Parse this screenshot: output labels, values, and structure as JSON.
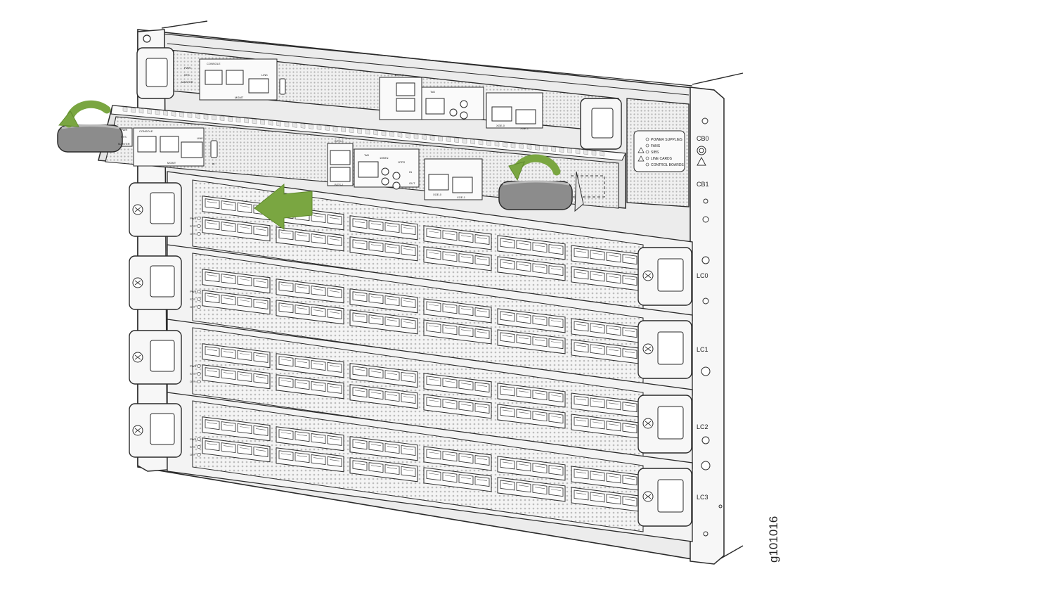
{
  "figure_id": "g101016",
  "colors": {
    "arrow_green": "#7aa641",
    "arrow_green_dark": "#5f8a2c",
    "metal_light": "#f2f2f2",
    "metal_mid": "#d9d9d9",
    "handle_gray": "#8c8c8c",
    "stroke": "#2a2a2a"
  },
  "rail_labels": {
    "cb0": "CB0",
    "cb1": "CB1",
    "lc0": "LC0",
    "lc1": "LC1",
    "lc2": "LC2",
    "lc3": "LC3"
  },
  "status_panel": {
    "items": [
      "POWER SUPPLIES",
      "FANS",
      "SIBS",
      "LINE CARDS",
      "CONTROL BOARDS"
    ]
  },
  "line_card_leds": [
    "PWR",
    "STS",
    "OFF"
  ],
  "control_board_leds": [
    "PWR",
    "STS",
    "MASTER"
  ],
  "control_board_ports": {
    "console": "CONSOLE",
    "mgmt": "MGMT",
    "link": "LINK",
    "bits_0": "BITS-0",
    "bits_1": "BITS-1",
    "tod": "ToD",
    "ten_mhz": "10MHz",
    "one_pps": "1PPS",
    "in": "IN",
    "out": "OUT",
    "xge_0": "XGE-0",
    "xge_1": "XGE-1"
  },
  "icons": {
    "rotate_arrow_left": "curved-arrow-counterclockwise-icon",
    "rotate_arrow_right": "curved-arrow-clockwise-icon",
    "slide_out_arrow": "arrow-left-icon",
    "esd_warning": "warning-triangle-icon",
    "usb": "usb-icon"
  }
}
